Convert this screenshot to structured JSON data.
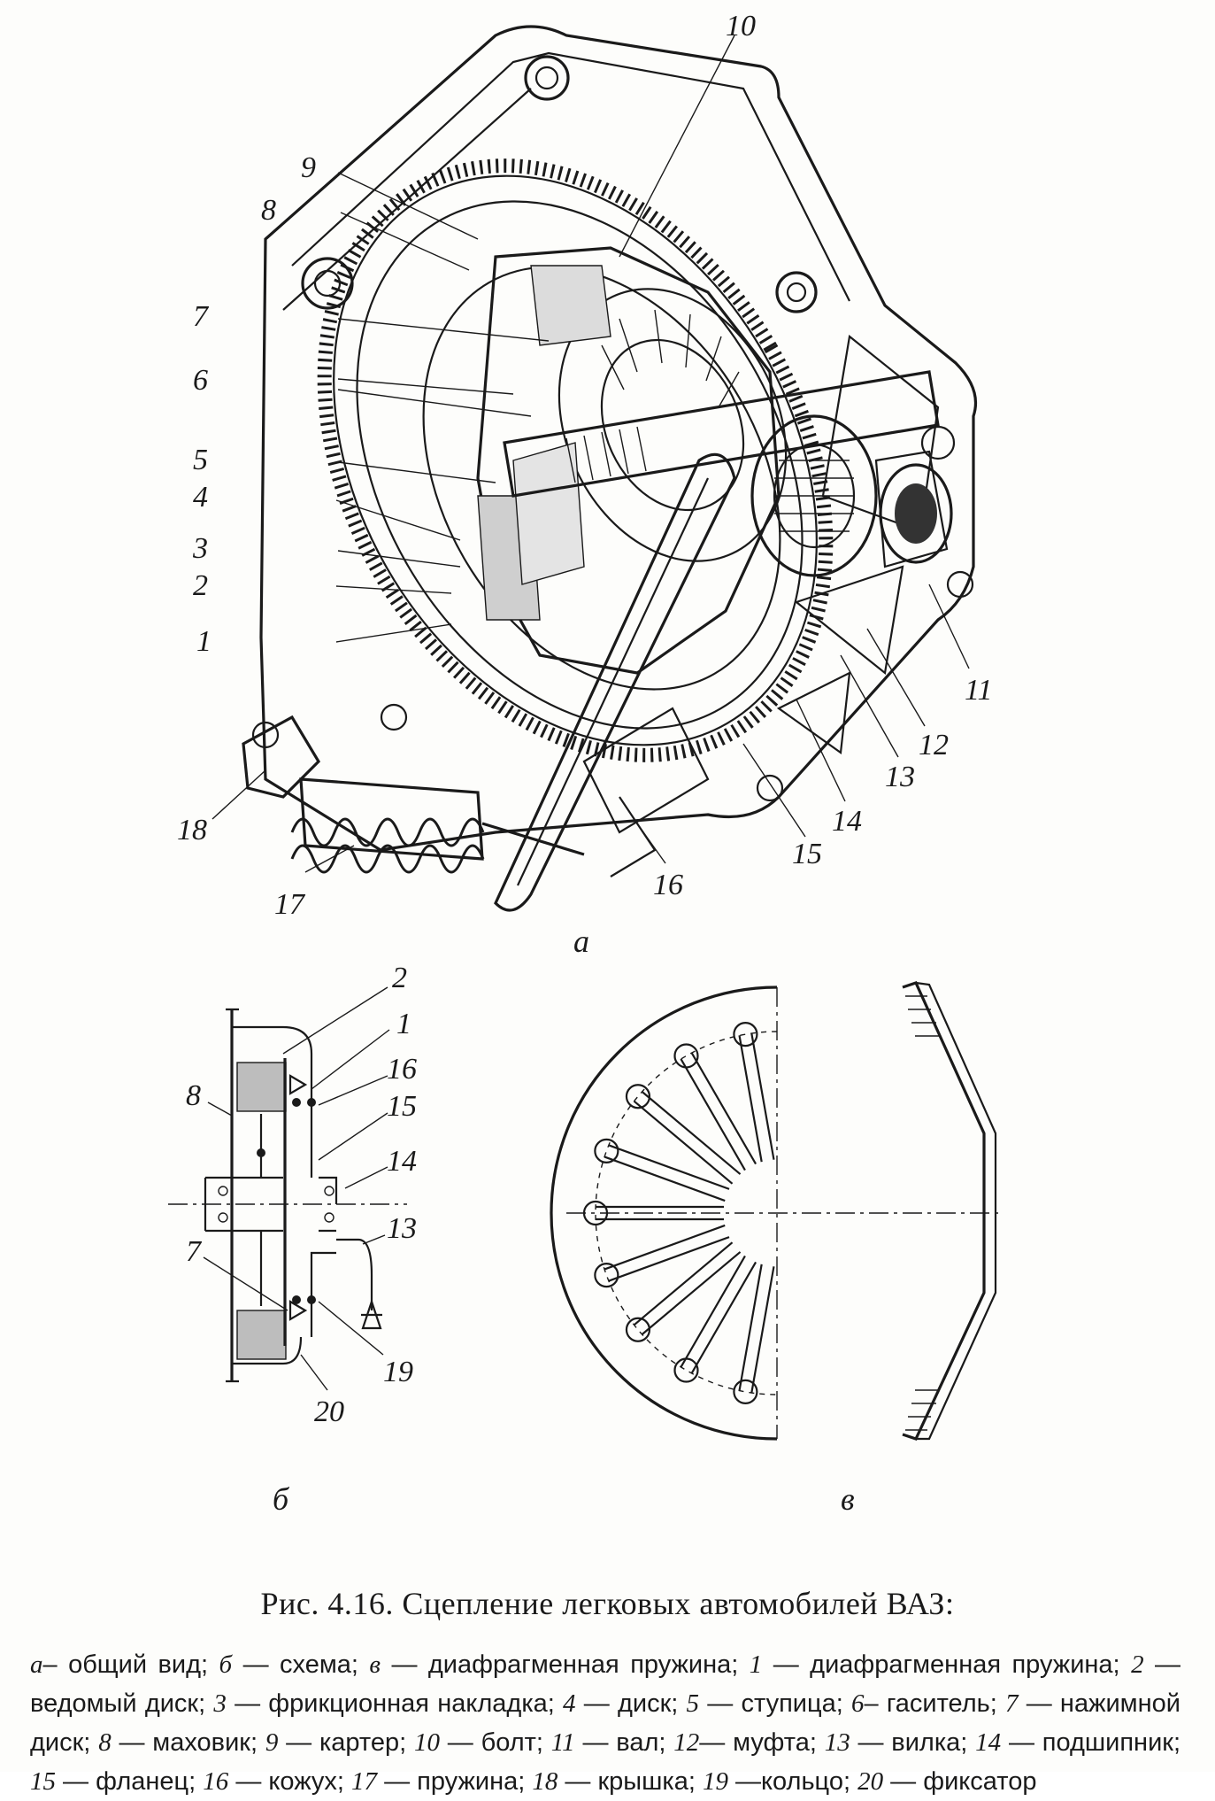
{
  "figure": {
    "view_labels": {
      "a": "а",
      "b": "б",
      "v": "в"
    },
    "callouts_a": [
      "1",
      "2",
      "3",
      "4",
      "5",
      "6",
      "7",
      "8",
      "9",
      "10",
      "11",
      "12",
      "13",
      "14",
      "15",
      "16",
      "17",
      "18"
    ],
    "callouts_b": [
      "2",
      "1",
      "16",
      "15",
      "14",
      "13",
      "8",
      "7",
      "19",
      "20"
    ],
    "caption": {
      "title": "Рис. 4.16. Сцепление легковых автомобилей ВАЗ:",
      "legend": [
        {
          "num": "а",
          "text": "– общий вид; "
        },
        {
          "num": "б",
          "text": " — схема; "
        },
        {
          "num": "в",
          "text": " — диафрагменная пружина; "
        },
        {
          "num": "1",
          "text": " — диафрагменная пружина; "
        },
        {
          "num": "2",
          "text": " — ведомый диск; "
        },
        {
          "num": "3",
          "text": " — фрикционная накладка; "
        },
        {
          "num": "4",
          "text": " — диск; "
        },
        {
          "num": "5",
          "text": " — ступица; "
        },
        {
          "num": "6",
          "text": "– гаситель; "
        },
        {
          "num": "7",
          "text": " — нажимной диск; "
        },
        {
          "num": "8",
          "text": " — маховик; "
        },
        {
          "num": "9",
          "text": " — картер; "
        },
        {
          "num": "10",
          "text": " — болт; "
        },
        {
          "num": "11",
          "text": " — вал; "
        },
        {
          "num": "12",
          "text": "— муфта; "
        },
        {
          "num": "13",
          "text": " — вилка; "
        },
        {
          "num": "14",
          "text": " — подшипник; "
        },
        {
          "num": "15",
          "text": " — фланец; "
        },
        {
          "num": "16",
          "text": " — кожух; "
        },
        {
          "num": "17",
          "text": " — пружина; "
        },
        {
          "num": "18",
          "text": " — крышка; "
        },
        {
          "num": "19",
          "text": " —кольцо; "
        },
        {
          "num": "20",
          "text": " — фиксатор"
        }
      ]
    }
  }
}
